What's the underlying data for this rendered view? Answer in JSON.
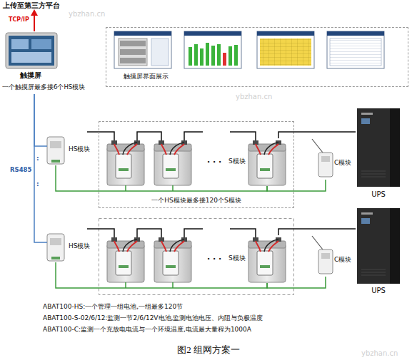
{
  "diagram": {
    "caption": "图2 组网方案一",
    "nodes": [
      {
        "text": [
          "触摸屏",
          "一个触摸屏最多接6个HS模块"
        ]
      },
      {
        "text": [
          "触摸屏界面展示"
        ]
      },
      {
        "text": [
          "HS模块"
        ]
      },
      {
        "text": [
          "一个HS模块最多接120个S模块"
        ]
      },
      {
        "text": [
          "S模块"
        ],
        "in": 3
      },
      {
        "text": [
          "C模块"
        ]
      },
      {
        "text": [
          "UPS"
        ]
      },
      {
        "text": [
          "HS模块"
        ]
      },
      {
        "text": [
          "S模块"
        ]
      },
      {
        "text": [
          "C模块"
        ]
      },
      {
        "text": [
          "UPS"
        ]
      }
    ],
    "edges": [
      {
        "from": 0,
        "to": 2,
        "arrow": "none"
      },
      {
        "from": 0,
        "to": 7,
        "arrow": "none"
      },
      {
        "from": 2,
        "to": 4,
        "arrow": "none"
      },
      {
        "from": 4,
        "to": 5,
        "arrow": "none"
      },
      {
        "from": 4,
        "to": 6,
        "arrow": "none"
      },
      {
        "from": 7,
        "to": 8,
        "arrow": "none"
      },
      {
        "from": 8,
        "to": 9,
        "arrow": "none"
      },
      {
        "from": 8,
        "to": 10,
        "arrow": "none"
      }
    ],
    "labels": [
      "上传至第三方平台",
      "TCP/IP",
      "RS485",
      ":",
      ":",
      "· · ·",
      "· · ·",
      "ABAT100-HS:一个管理一组电池,一组最多120节",
      "ABAT100-S-02/6/12:监测一节2/6/12V电池,监测电池电压、内阻与负极温度",
      "ABAT100-C:监测一个充放电电流与一个环境温度,电流最大量程为1000A",
      "ybzhan.cn",
      "ybzhan.cn",
      "ybzhan.cn"
    ]
  }
}
